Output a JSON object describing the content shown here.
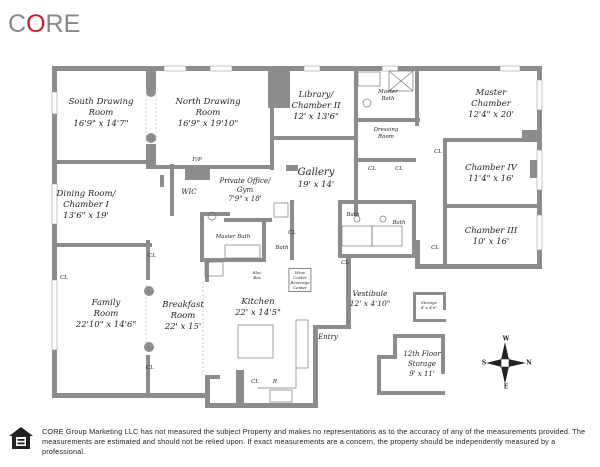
{
  "logo": {
    "c": "C",
    "o": "O",
    "re": "RE"
  },
  "rooms": [
    {
      "name": "South Drawing",
      "name2": "Room",
      "dims": "16'9\" x 14'7\""
    },
    {
      "name": "North Drawing",
      "name2": "Room",
      "dims": "16'9\" x 19'10\""
    },
    {
      "name": "Library/",
      "name2": "Chamber II",
      "dims": "12' x 13'6\""
    },
    {
      "name": "Master",
      "name2": "Chamber",
      "dims": "12'4\" x 20'"
    },
    {
      "name": "Gallery",
      "dims": "19' x 14'"
    },
    {
      "name": "Private Office/",
      "name2": "Gym",
      "dims": "7'9\" x 18'"
    },
    {
      "name": "Dining Room/",
      "name2": "Chamber I",
      "dims": "13'6\" x 19'"
    },
    {
      "name": "Chamber IV",
      "dims": "11'4\" x 16'"
    },
    {
      "name": "Chamber III",
      "dims": "10' x 16'"
    },
    {
      "name": "Family",
      "name2": "Room",
      "dims": "22'10\" x 14'6\""
    },
    {
      "name": "Breakfast",
      "name2": "Room",
      "dims": "22' x 15'"
    },
    {
      "name": "Kitchen",
      "dims": "22' x 14'5\""
    },
    {
      "name": "Vestibule",
      "dims": "12' x 4'10\""
    },
    {
      "name": "12th Floor",
      "name2": "Storage",
      "dims": "9' x 11'"
    },
    {
      "name": "Storage",
      "dims": "4' x 4'6\""
    }
  ],
  "small_labels": {
    "master_bath_top": [
      "Master",
      "Bath"
    ],
    "dressing_room": [
      "Dressing",
      "Room"
    ],
    "fp": "F/P",
    "wic": "WIC",
    "master_bath": "Master Bath",
    "bath_left": "Bath",
    "bath_mid": "Bath",
    "bath_right": "Bath",
    "entry": "Entry",
    "elec_box": [
      "Elec",
      "Box"
    ],
    "wine_cooler": [
      "Wine",
      "Cooler",
      "Beverage",
      "Center"
    ],
    "refrigerator": "R",
    "closet": "CL"
  },
  "compass": {
    "w": "W",
    "e": "E",
    "s": "S",
    "n": "N"
  },
  "disclaimer": "CORE Group Marketing LLC has not measured the subject Property and makes no representations as to the accuracy of any of the measurements provided. The measurements are estimated and should not be relied upon. If exact measurements are a concern, the property should be independently measured by a professional.",
  "colors": {
    "wall": "#8c8c8c",
    "logo_red": "#c8202f",
    "logo_gray": "#888888"
  }
}
